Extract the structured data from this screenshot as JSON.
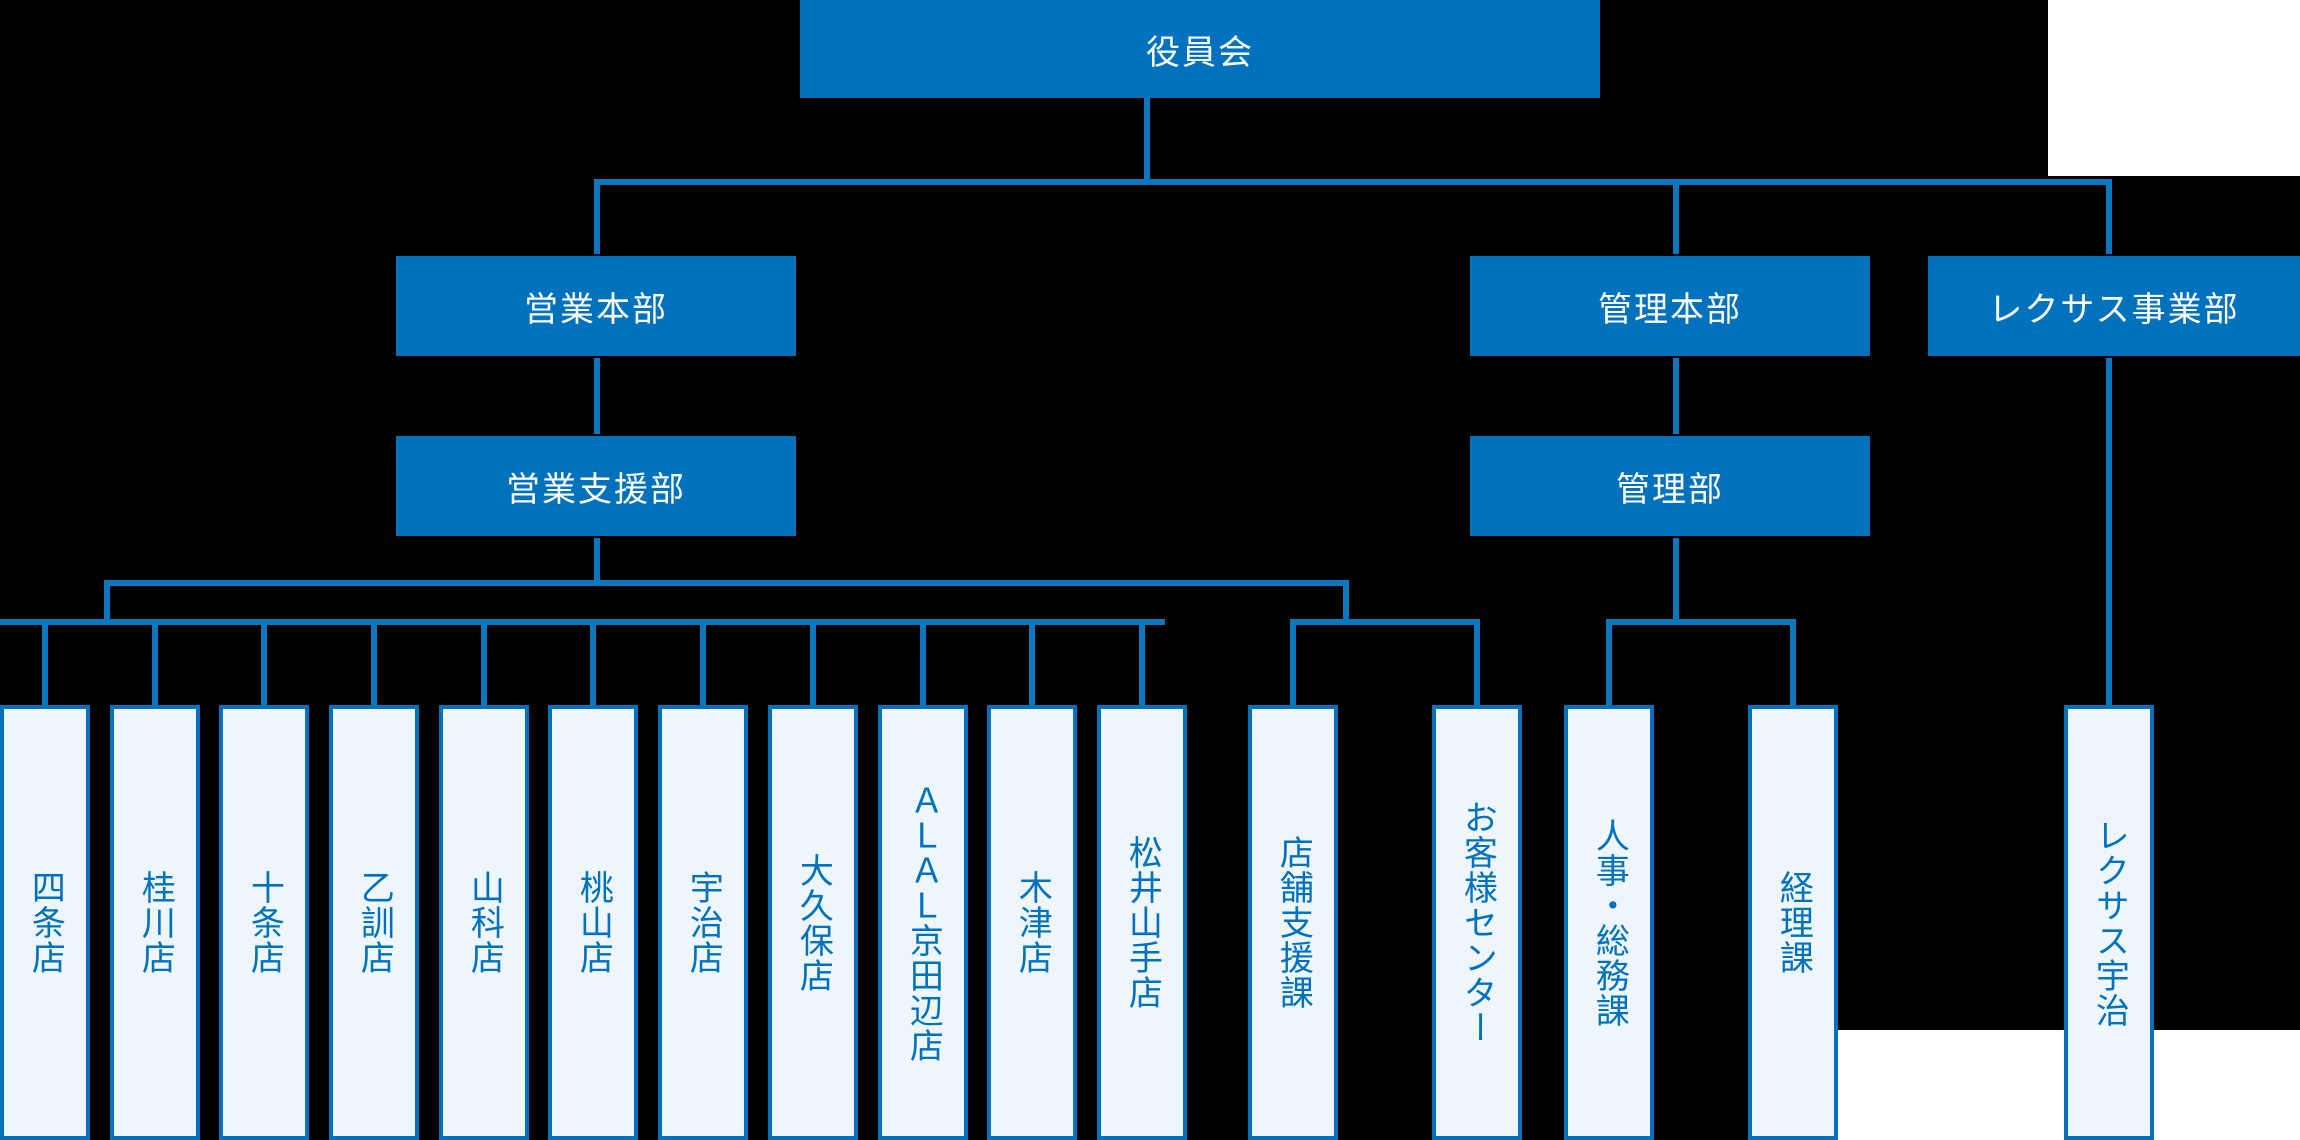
{
  "chart_title": "",
  "colors": {
    "node_fill": "#0071bc",
    "node_text": "#ffffff",
    "leaf_fill": "#eef6fb",
    "leaf_border": "#0071bc",
    "leaf_text": "#0071bc",
    "connector": "#0b77bf",
    "canvas": "#000000",
    "page": "#ffffff"
  },
  "org": {
    "root": {
      "label": "役員会"
    },
    "divisions": [
      {
        "label": "営業本部"
      },
      {
        "label": "管理本部"
      },
      {
        "label": "レクサス事業部"
      }
    ],
    "departments": [
      {
        "label": "営業支援部"
      },
      {
        "label": "管理部"
      }
    ],
    "sales_support_units": [
      {
        "label": "四条店"
      },
      {
        "label": "桂川店"
      },
      {
        "label": "十条店"
      },
      {
        "label": "乙訓店"
      },
      {
        "label": "山科店"
      },
      {
        "label": "桃山店"
      },
      {
        "label": "宇治店"
      },
      {
        "label": "大久保店"
      },
      {
        "label": "ＡＬＡＬ京田辺店"
      },
      {
        "label": "木津店"
      },
      {
        "label": "松井山手店"
      }
    ],
    "sales_support_sections": [
      {
        "label": "店舗支援課"
      },
      {
        "label": "お客様センター"
      }
    ],
    "admin_sections": [
      {
        "label": "人事・総務課"
      },
      {
        "label": "経理課"
      }
    ],
    "lexus_units": [
      {
        "label": "レクサス宇治"
      }
    ]
  }
}
